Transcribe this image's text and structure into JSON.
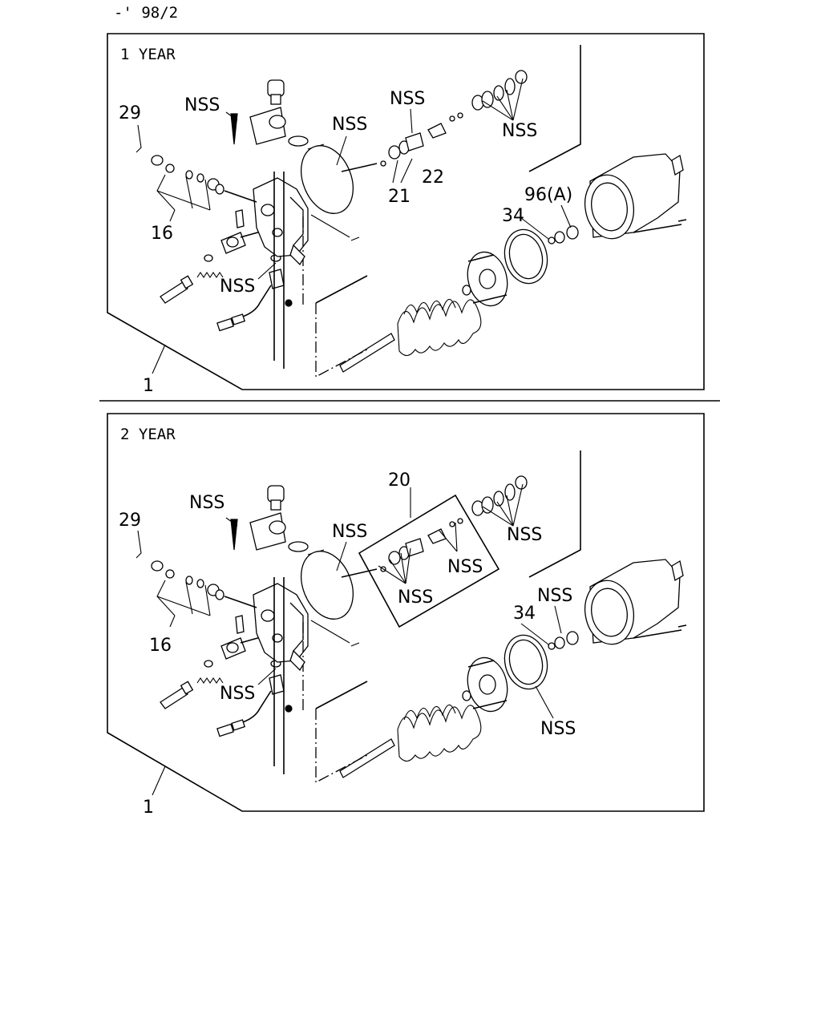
{
  "header": {
    "page_ref": "-' 98/2"
  },
  "panels": [
    {
      "title": "1 YEAR",
      "labels": {
        "p29": "29",
        "nss_bolt": "NSS",
        "p16": "16",
        "nss_sensor": "NSS",
        "nss_diaphragm": "NSS",
        "nss_valve_top": "NSS",
        "p22": "22",
        "p21": "21",
        "nss_rings": "NSS",
        "p96a": "96(A)",
        "p34": "34",
        "p1": "1"
      }
    },
    {
      "title": "2 YEAR",
      "labels": {
        "p29": "29",
        "nss_bolt": "NSS",
        "p16": "16",
        "nss_sensor": "NSS",
        "nss_diaphragm": "NSS",
        "p20": "20",
        "nss_rings": "NSS",
        "nss_kit_a": "NSS",
        "nss_kit_b": "NSS",
        "nss_washer": "NSS",
        "p34": "34",
        "nss_seal": "NSS",
        "p1": "1"
      }
    }
  ]
}
